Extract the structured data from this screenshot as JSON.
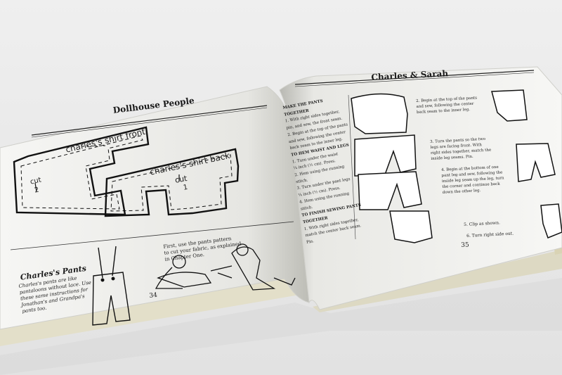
{
  "left_page": {
    "header": "Dollhouse People",
    "pattern_front_label": "charles's shirt front",
    "pattern_front_cut": "cut",
    "pattern_front_cut_count": "2",
    "pattern_back_label": "charles's shirt back",
    "pattern_back_cut": "cut",
    "pattern_back_cut_count": "1",
    "section_title": "Charles's Pants",
    "body_lines": [
      "Charles's pants are like",
      "pantaloons without lace. Use",
      "these same instructions for",
      "Jonathan's and Grandpa's",
      "pants too."
    ],
    "caption_lines": [
      "First, use the pants pattern",
      "to cut your fabric, as explained",
      "in Chapter One."
    ],
    "page_number": "34"
  },
  "right_page": {
    "header": "Charles & Sarah",
    "left_column_lines": [
      "MAKE THE PANTS",
      "TOGETHER",
      "1. With right sides together,",
      "pin, and sew, the front seam.",
      "2. Begin at the top of the pants",
      "and sew, following the center",
      "back seam to the inner leg.",
      "TO HEM WAIST AND LEGS",
      "1. Turn under the waist",
      "¼ inch (½ cm). Press.",
      "2. Hem using the running",
      "stitch.",
      "3. Turn under the pant legs",
      "¼ inch (½ cm). Press.",
      "4. Hem using the running",
      "stitch.",
      "TO FINISH SEWING PANTS",
      "TOGETHER",
      "1. With right sides together,",
      "match the center back seam.",
      "Pin."
    ],
    "step2_lines": [
      "2. Begin at the top of the pants",
      "and sew, following the center",
      "back seam to the inner leg."
    ],
    "step3_lines": [
      "3. Turn the pants so the two",
      "legs are facing front. With",
      "right sides together, match the",
      "inside leg seams. Pin."
    ],
    "step4_lines": [
      "4. Begin at the bottom of one",
      "pant leg and sew, following the",
      "inside leg seam up the leg, turn",
      "the corner and continue back",
      "down the other leg."
    ],
    "step5": "5. Clip as shown.",
    "step6": "6. Turn right side out.",
    "page_number": "35"
  }
}
